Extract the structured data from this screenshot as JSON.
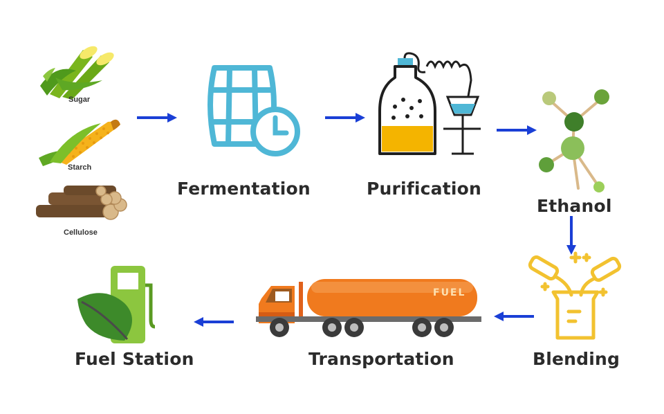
{
  "feedstocks": [
    {
      "label": "Sugar",
      "icon": "sugarcane-icon"
    },
    {
      "label": "Starch",
      "icon": "corn-icon"
    },
    {
      "label": "Cellulose",
      "icon": "logs-icon"
    }
  ],
  "steps": [
    {
      "label": "Fermentation",
      "icon": "barrel-clock-icon"
    },
    {
      "label": "Purification",
      "icon": "distillation-flask-icon"
    },
    {
      "label": "Ethanol",
      "icon": "molecule-icon"
    },
    {
      "label": "Blending",
      "icon": "beaker-mixing-icon"
    },
    {
      "label": "Transportation",
      "icon": "fuel-tanker-truck-icon"
    },
    {
      "label": "Fuel Station",
      "icon": "fuel-pump-leaf-icon"
    }
  ],
  "truck": {
    "tank_text": "FUEL"
  },
  "colors": {
    "arrow": "#1a3fd6",
    "barrel": "#4fb7d6",
    "liquid": "#f4b400",
    "gold": "#f2c230",
    "tank": "#f07a1e",
    "green": "#4aa02c"
  }
}
